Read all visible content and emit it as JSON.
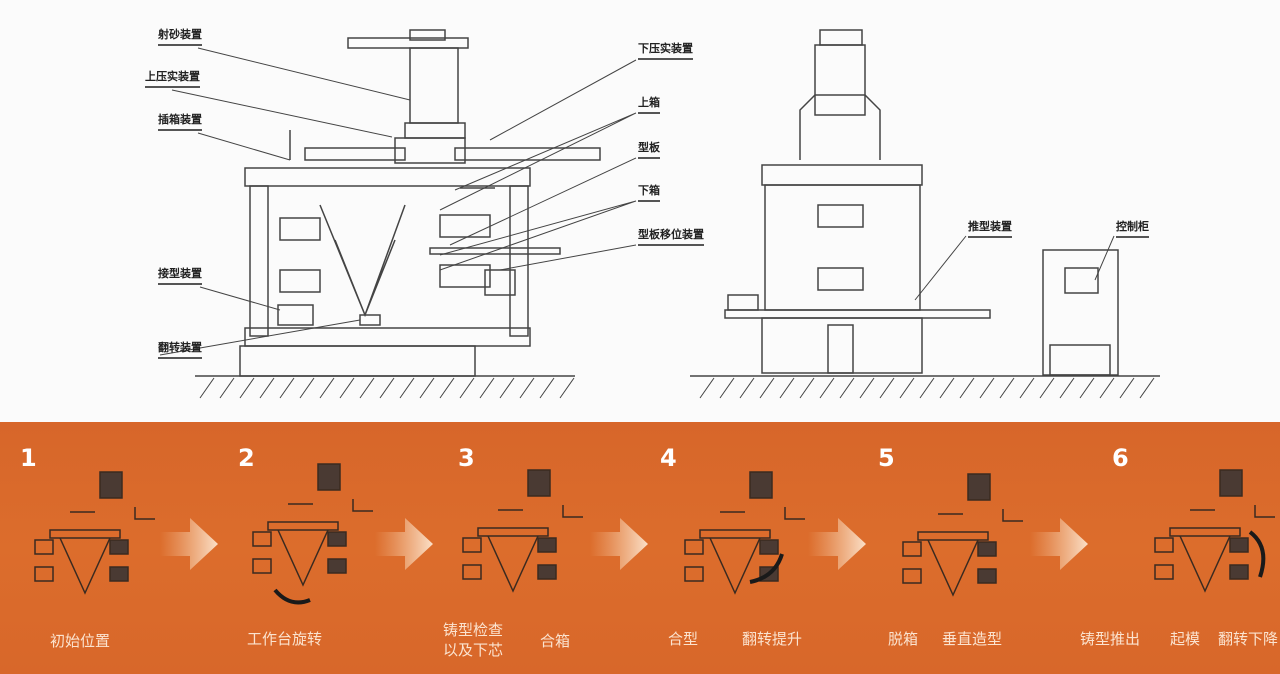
{
  "top_labels": {
    "sand_shooting": "射砂装置",
    "upper_squeeze": "上压实装置",
    "flask_insert": "插箱装置",
    "mould_receiving": "接型装置",
    "turnover": "翻转装置",
    "lower_squeeze": "下压实装置",
    "upper_flask": "上箱",
    "pattern_plate": "型板",
    "lower_flask": "下箱",
    "pattern_shift": "型板移位装置",
    "mould_push": "推型装置",
    "control_cabinet": "控制柜"
  },
  "steps": [
    {
      "number": "1",
      "captions": [
        "初始位置"
      ]
    },
    {
      "number": "2",
      "captions": [
        "工作台旋转"
      ]
    },
    {
      "number": "3",
      "captions": [
        "铸型检查\n以及下芯",
        "合箱"
      ]
    },
    {
      "number": "4",
      "captions": [
        "合型",
        "翻转提升"
      ]
    },
    {
      "number": "5",
      "captions": [
        "脱箱",
        "垂直造型"
      ]
    },
    {
      "number": "6",
      "captions": [
        "铸型推出",
        "起模",
        "翻转下降"
      ]
    }
  ],
  "colors": {
    "band": "#d9692a",
    "ink": "#333333"
  }
}
